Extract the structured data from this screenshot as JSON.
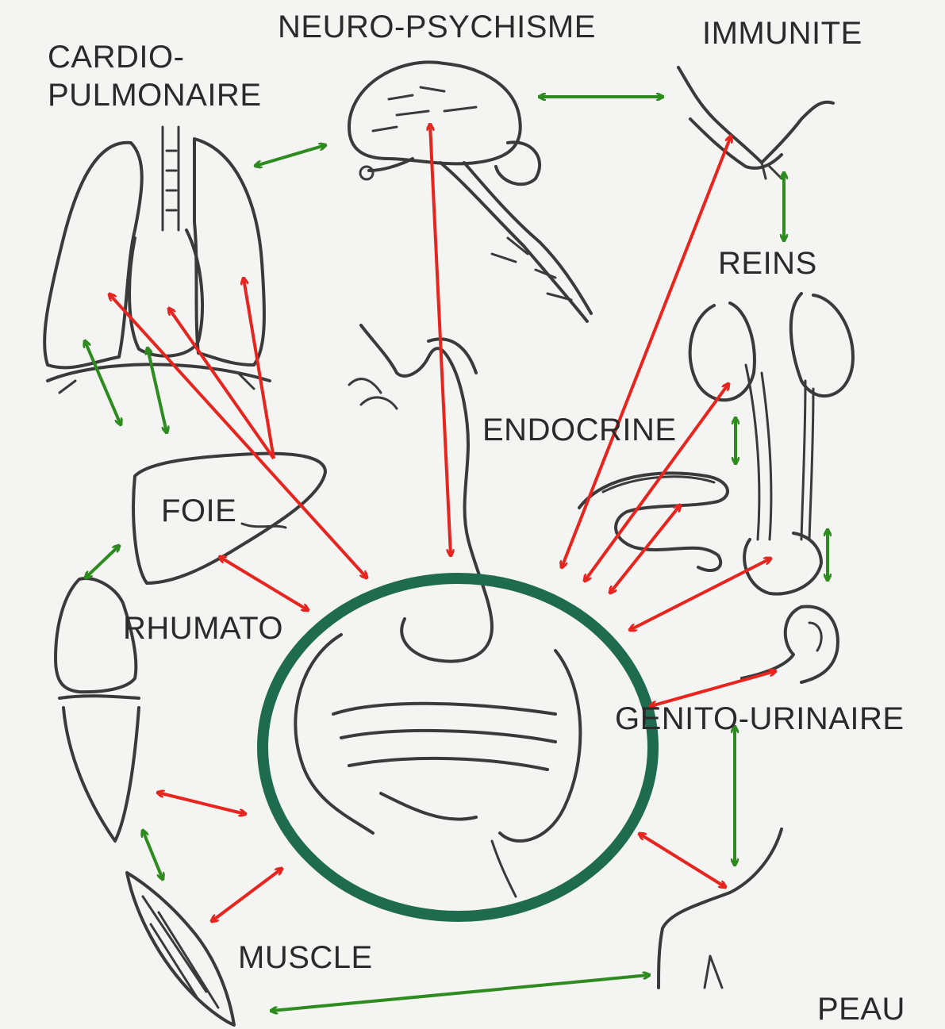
{
  "labels": {
    "cardio_line1": "CARDIO-",
    "cardio_line2": "PULMONAIRE",
    "neuro": "NEURO-PSYCHISME",
    "immunite": "IMMUNITE",
    "reins": "REINS",
    "endocrine": "ENDOCRINE",
    "foie": "FOIE",
    "rhumato": "RHUMATO",
    "genito": "GENITO-URINAIRE",
    "muscle": "MUSCLE",
    "peau": "PEAU"
  },
  "colors": {
    "red_arrow": "#e8241e",
    "green_arrow": "#2e8b1f",
    "gut_circle": "#1f6b4f",
    "ink": "#3a3a3a",
    "background": "#f4f4f3"
  },
  "icons": [
    "lungs-heart-icon",
    "brain-icon",
    "lymph-node-icon",
    "kidneys-icon",
    "stomach-intestine-icon",
    "pancreas-icon",
    "liver-icon",
    "knee-joint-icon",
    "muscle-icon",
    "bladder-icon",
    "skin-icon"
  ]
}
